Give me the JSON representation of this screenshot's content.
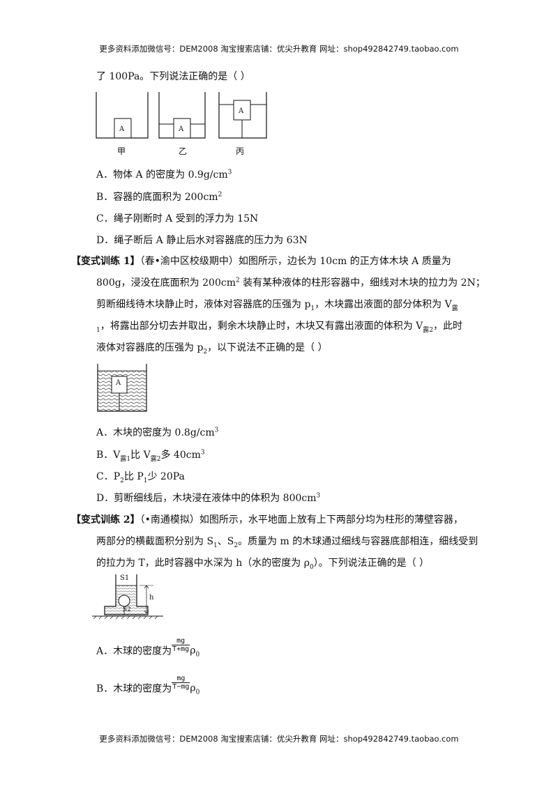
{
  "header": {
    "text": "更多资料添加微信号：DEM2008    淘宝搜索店铺：优尖升教育  网址：shop492842749.taobao.com"
  },
  "footer": {
    "text": "更多资料添加微信号：DEM2008    淘宝搜索店铺：优尖升教育  网址：shop492842749.taobao.com"
  },
  "q0": {
    "intro": "了 100Pa。下列说法正确的是（      ）",
    "fig_labels": {
      "a": "A",
      "jia": "甲",
      "yi": "乙",
      "bing": "丙"
    },
    "options": [
      "A．物体 A 的密度为 0.9g/cm",
      "B．容器的底面积为 200cm",
      "C．绳子刚断时 A 受到的浮力为 15N",
      "D．绳子断后 A 静止后水对容器底的压力为 63N"
    ],
    "opt_sups": [
      "3",
      "2"
    ]
  },
  "q1": {
    "tag": "【变式训练 1】",
    "lines": [
      "（春•渝中区校级期中）如图所示，边长为 10cm 的正方体木块 A 质量为",
      "800g，浸没在底面积为 200cm",
      " 装有某种液体的柱形容器中，细线对木块的拉力为 2N；",
      "剪断细线待木块静止时，液体对容器底的压强为 p",
      "，木块露出液面的部分体积为 V",
      "，将露出部分切去并取出，剩余木块静止时，木块又有露出液面的体积为 V",
      "，此时",
      "液体对容器底的压强为 p",
      "，以下说法不正确的是（      ）"
    ],
    "subs": {
      "lu": "露",
      "one": "1",
      "two": "2",
      "sq": "2"
    },
    "fig_label": "A",
    "options": {
      "a": "A．木块的密度为 0.8g/cm",
      "a_sup": "3",
      "b1": "B．V",
      "b2": "比 V",
      "b3": "多 40cm",
      "b_sup": "3",
      "c1": "C．P",
      "c2": "比 P",
      "c3": "少 20Pa",
      "d": "D．剪断细线后，木块浸在液体中的体积为 800cm",
      "d_sup": "3"
    }
  },
  "q2": {
    "tag": "【变式训练 2】",
    "lines": [
      "（•南通模拟）如图所示，水平地面上放有上下两部分均为柱形的薄壁容器，",
      "两部分的横截面积分别为 S",
      "、S",
      "。质量为 m 的木球通过细线与容器底部相连，细线受到",
      "的拉力为 T，此时容器中水深为 h（水的密度为 ρ",
      "）。下列说法正确的是（      ）"
    ],
    "subs": {
      "one": "1",
      "two": "2",
      "zero": "0"
    },
    "fig_labels": {
      "s1": "S1",
      "s2": "S2",
      "h": "h"
    },
    "options": {
      "a_pre": "A．木球的密度为",
      "a_num": "mg",
      "a_den": "T+mg",
      "a_post": "ρ",
      "b_pre": "B．木球的密度为",
      "b_num": "mg",
      "b_den": "T−mg",
      "b_post": "ρ",
      "rho_sub": "0"
    }
  }
}
